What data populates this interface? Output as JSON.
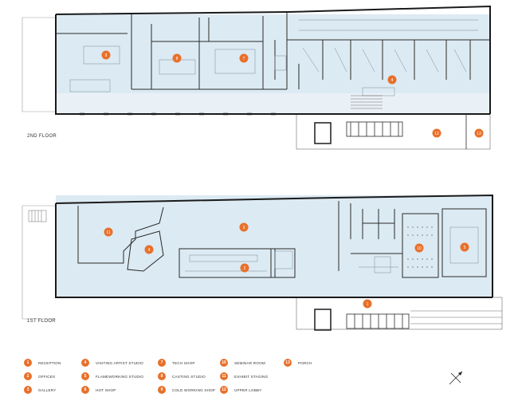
{
  "floors": {
    "upper_label": "2ND FLOOR",
    "lower_label": "1ST FLOOR"
  },
  "colors": {
    "room_fill": "#dceaf3",
    "wall": "#1a1a1a",
    "marker": "#e8702a",
    "line": "#6a6a6a"
  },
  "markers": {
    "upper": [
      {
        "n": "9",
        "room": "cold-working-shop"
      },
      {
        "n": "8",
        "room": "casting-studio"
      },
      {
        "n": "7",
        "room": "tech-shop"
      },
      {
        "n": "4",
        "room": "visiting-artist-studio"
      },
      {
        "n": "12",
        "room": "upper-lobby"
      },
      {
        "n": "13",
        "room": "porch"
      }
    ],
    "lower": [
      {
        "n": "11",
        "room": "exhibit-staging"
      },
      {
        "n": "4",
        "room": "visiting-artist-studio"
      },
      {
        "n": "3",
        "room": "gallery"
      },
      {
        "n": "2",
        "room": "offices"
      },
      {
        "n": "10",
        "room": "seminar-room"
      },
      {
        "n": "5",
        "room": "flameworking-studio"
      },
      {
        "n": "1",
        "room": "reception"
      }
    ]
  },
  "legend": [
    {
      "n": "1",
      "label": "RECEPTION"
    },
    {
      "n": "2",
      "label": "OFFICES"
    },
    {
      "n": "3",
      "label": "GALLERY"
    },
    {
      "n": "4",
      "label": "VISITING ARTIST STUDIO"
    },
    {
      "n": "5",
      "label": "FLAMEWORKING STUDIO"
    },
    {
      "n": "6",
      "label": "HOT SHOP"
    },
    {
      "n": "7",
      "label": "TECH SHOP"
    },
    {
      "n": "8",
      "label": "CASTING STUDIO"
    },
    {
      "n": "9",
      "label": "COLD WORKING SHOP"
    },
    {
      "n": "10",
      "label": "SEMINAR ROOM"
    },
    {
      "n": "11",
      "label": "EXHIBIT STAGING"
    },
    {
      "n": "12",
      "label": "UPPER LOBBY"
    },
    {
      "n": "13",
      "label": "PORCH"
    }
  ]
}
